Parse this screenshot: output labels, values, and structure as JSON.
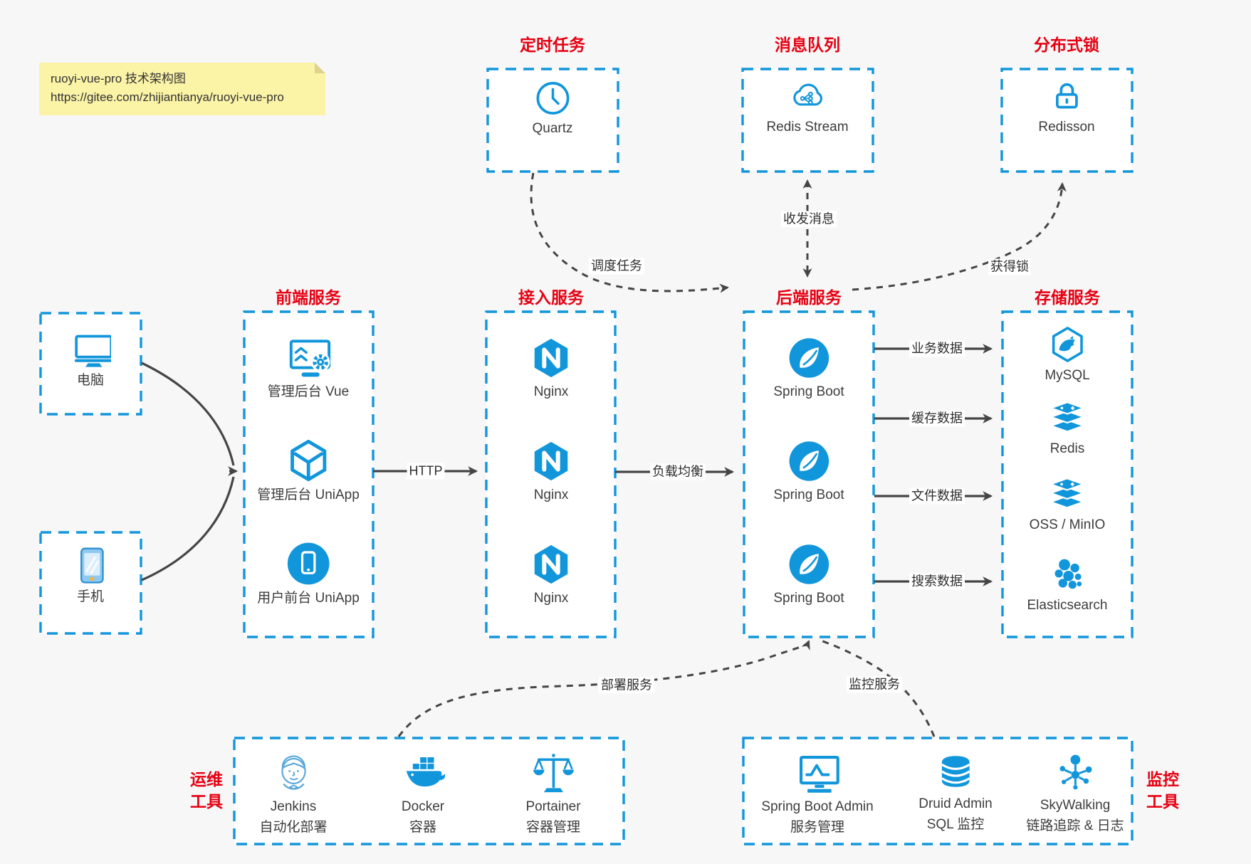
{
  "colors": {
    "accent": "#1296db",
    "title-red": "#e60012",
    "line": "#454545",
    "bg": "#f7f7f7",
    "panel": "#ffffff",
    "note-bg": "#fbf3a6",
    "note-fold": "#ddd28e",
    "text": "#3d3d3d",
    "phone-body": "#8ec9f2",
    "phone-screen": "#dceefc",
    "phone-button": "#f2b63c",
    "jenkins-blue": "#5aa9dc"
  },
  "note": {
    "line1": "ruoyi-vue-pro 技术架构图",
    "line2": "https://gitee.com/zhijiantianya/ruoyi-vue-pro"
  },
  "sections": {
    "scheduled": {
      "title": "定时任务",
      "items": [
        {
          "icon": "clock-icon",
          "label": "Quartz"
        }
      ]
    },
    "mq": {
      "title": "消息队列",
      "items": [
        {
          "icon": "cloud-stream-icon",
          "label": "Redis Stream"
        }
      ]
    },
    "dlock": {
      "title": "分布式锁",
      "items": [
        {
          "icon": "lock-icon",
          "label": "Redisson"
        }
      ]
    },
    "clients": {
      "items": [
        {
          "icon": "desktop-icon",
          "label": "电脑"
        },
        {
          "icon": "smartphone-icon",
          "label": "手机"
        }
      ]
    },
    "frontend": {
      "title": "前端服务",
      "items": [
        {
          "icon": "admin-vue-icon",
          "label": "管理后台 Vue"
        },
        {
          "icon": "uniapp-cube-icon",
          "label": "管理后台 UniApp"
        },
        {
          "icon": "user-app-icon",
          "label": "用户前台 UniApp"
        }
      ]
    },
    "gateway": {
      "title": "接入服务",
      "items": [
        {
          "icon": "nginx-icon",
          "label": "Nginx"
        },
        {
          "icon": "nginx-icon",
          "label": "Nginx"
        },
        {
          "icon": "nginx-icon",
          "label": "Nginx"
        }
      ]
    },
    "backend": {
      "title": "后端服务",
      "items": [
        {
          "icon": "spring-boot-icon",
          "label": "Spring Boot"
        },
        {
          "icon": "spring-boot-icon",
          "label": "Spring Boot"
        },
        {
          "icon": "spring-boot-icon",
          "label": "Spring Boot"
        }
      ]
    },
    "storage": {
      "title": "存储服务",
      "items": [
        {
          "icon": "mysql-icon",
          "label": "MySQL"
        },
        {
          "icon": "redis-icon",
          "label": "Redis"
        },
        {
          "icon": "oss-icon",
          "label": "OSS / MinIO"
        },
        {
          "icon": "elasticsearch-icon",
          "label": "Elasticsearch"
        }
      ]
    },
    "ops": {
      "title": [
        "运维",
        "工具"
      ],
      "items": [
        {
          "icon": "jenkins-icon",
          "label": "Jenkins",
          "sublabel": "自动化部署"
        },
        {
          "icon": "docker-icon",
          "label": "Docker",
          "sublabel": "容器"
        },
        {
          "icon": "portainer-icon",
          "label": "Portainer",
          "sublabel": "容器管理"
        }
      ]
    },
    "monitor": {
      "title": [
        "监控",
        "工具"
      ],
      "items": [
        {
          "icon": "spring-boot-admin-icon",
          "label": "Spring Boot Admin",
          "sublabel": "服务管理"
        },
        {
          "icon": "druid-icon",
          "label": "Druid Admin",
          "sublabel": "SQL 监控"
        },
        {
          "icon": "skywalking-icon",
          "label": "SkyWalking",
          "sublabel": "链路追踪 & 日志"
        }
      ]
    }
  },
  "edges": {
    "schedule": "调度任务",
    "messaging": "收发消息",
    "lock": "获得锁",
    "http": "HTTP",
    "load_balance": "负载均衡",
    "business": "业务数据",
    "cache": "缓存数据",
    "file": "文件数据",
    "search": "搜索数据",
    "deploy": "部署服务",
    "monitoring": "监控服务"
  }
}
